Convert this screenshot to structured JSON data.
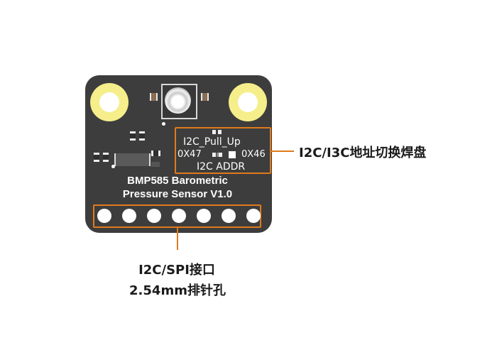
{
  "board": {
    "title_line1": "BMP585 Barometric",
    "title_line2": "Pressure Sensor V1.0",
    "body_color": "#3d3d3d",
    "mounting_hole_color": "#f5ee8a",
    "pin_count": 7
  },
  "jumper_block": {
    "pullup_label": "I2C_Pull_Up",
    "addr_left": "0X47",
    "addr_right": "0X46",
    "addr_label": "I2C ADDR"
  },
  "callouts": {
    "accent_color": "#e07a1c",
    "address_pads": "I2C/I3C地址切换焊盘",
    "header_line1": "I2C/SPI接口",
    "header_line2": "2.54mm排针孔"
  }
}
